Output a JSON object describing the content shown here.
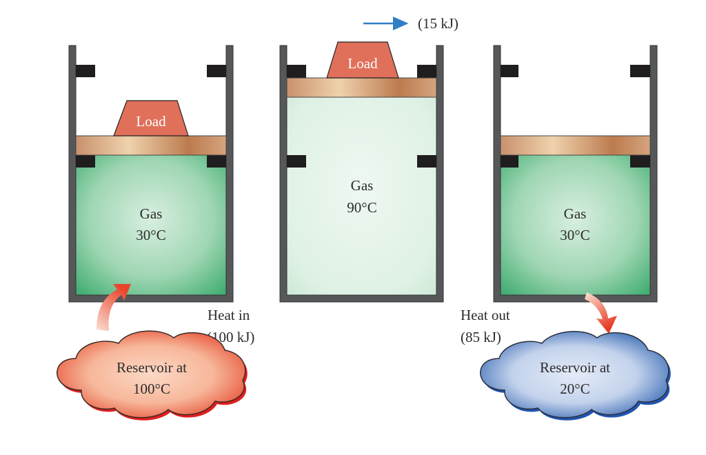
{
  "work": {
    "label": "(15 kJ)",
    "arrow_color": "#2f7fc6"
  },
  "cylinders": [
    {
      "load_label": "Load",
      "gas_label": "Gas",
      "gas_temp": "30°C",
      "has_load": true
    },
    {
      "load_label": "Load",
      "gas_label": "Gas",
      "gas_temp": "90°C",
      "has_load": true
    },
    {
      "load_label": "",
      "gas_label": "Gas",
      "gas_temp": "30°C",
      "has_load": false
    }
  ],
  "heat_in": {
    "line1": "Heat in",
    "line2": "(100 kJ)"
  },
  "heat_out": {
    "line1": "Heat out",
    "line2": "(85 kJ)"
  },
  "hot_reservoir": {
    "line1": "Reservoir at",
    "line2": "100°C",
    "color": "#e8533a"
  },
  "cold_reservoir": {
    "line1": "Reservoir at",
    "line2": "20°C",
    "color": "#2f63b0"
  },
  "colors": {
    "wall": "#555759",
    "stop": "#1f1d1e",
    "piston": "#c9946e",
    "load": "#e0705a",
    "gas_dark": "#3fae72",
    "gas_light": "#d9efe1"
  }
}
